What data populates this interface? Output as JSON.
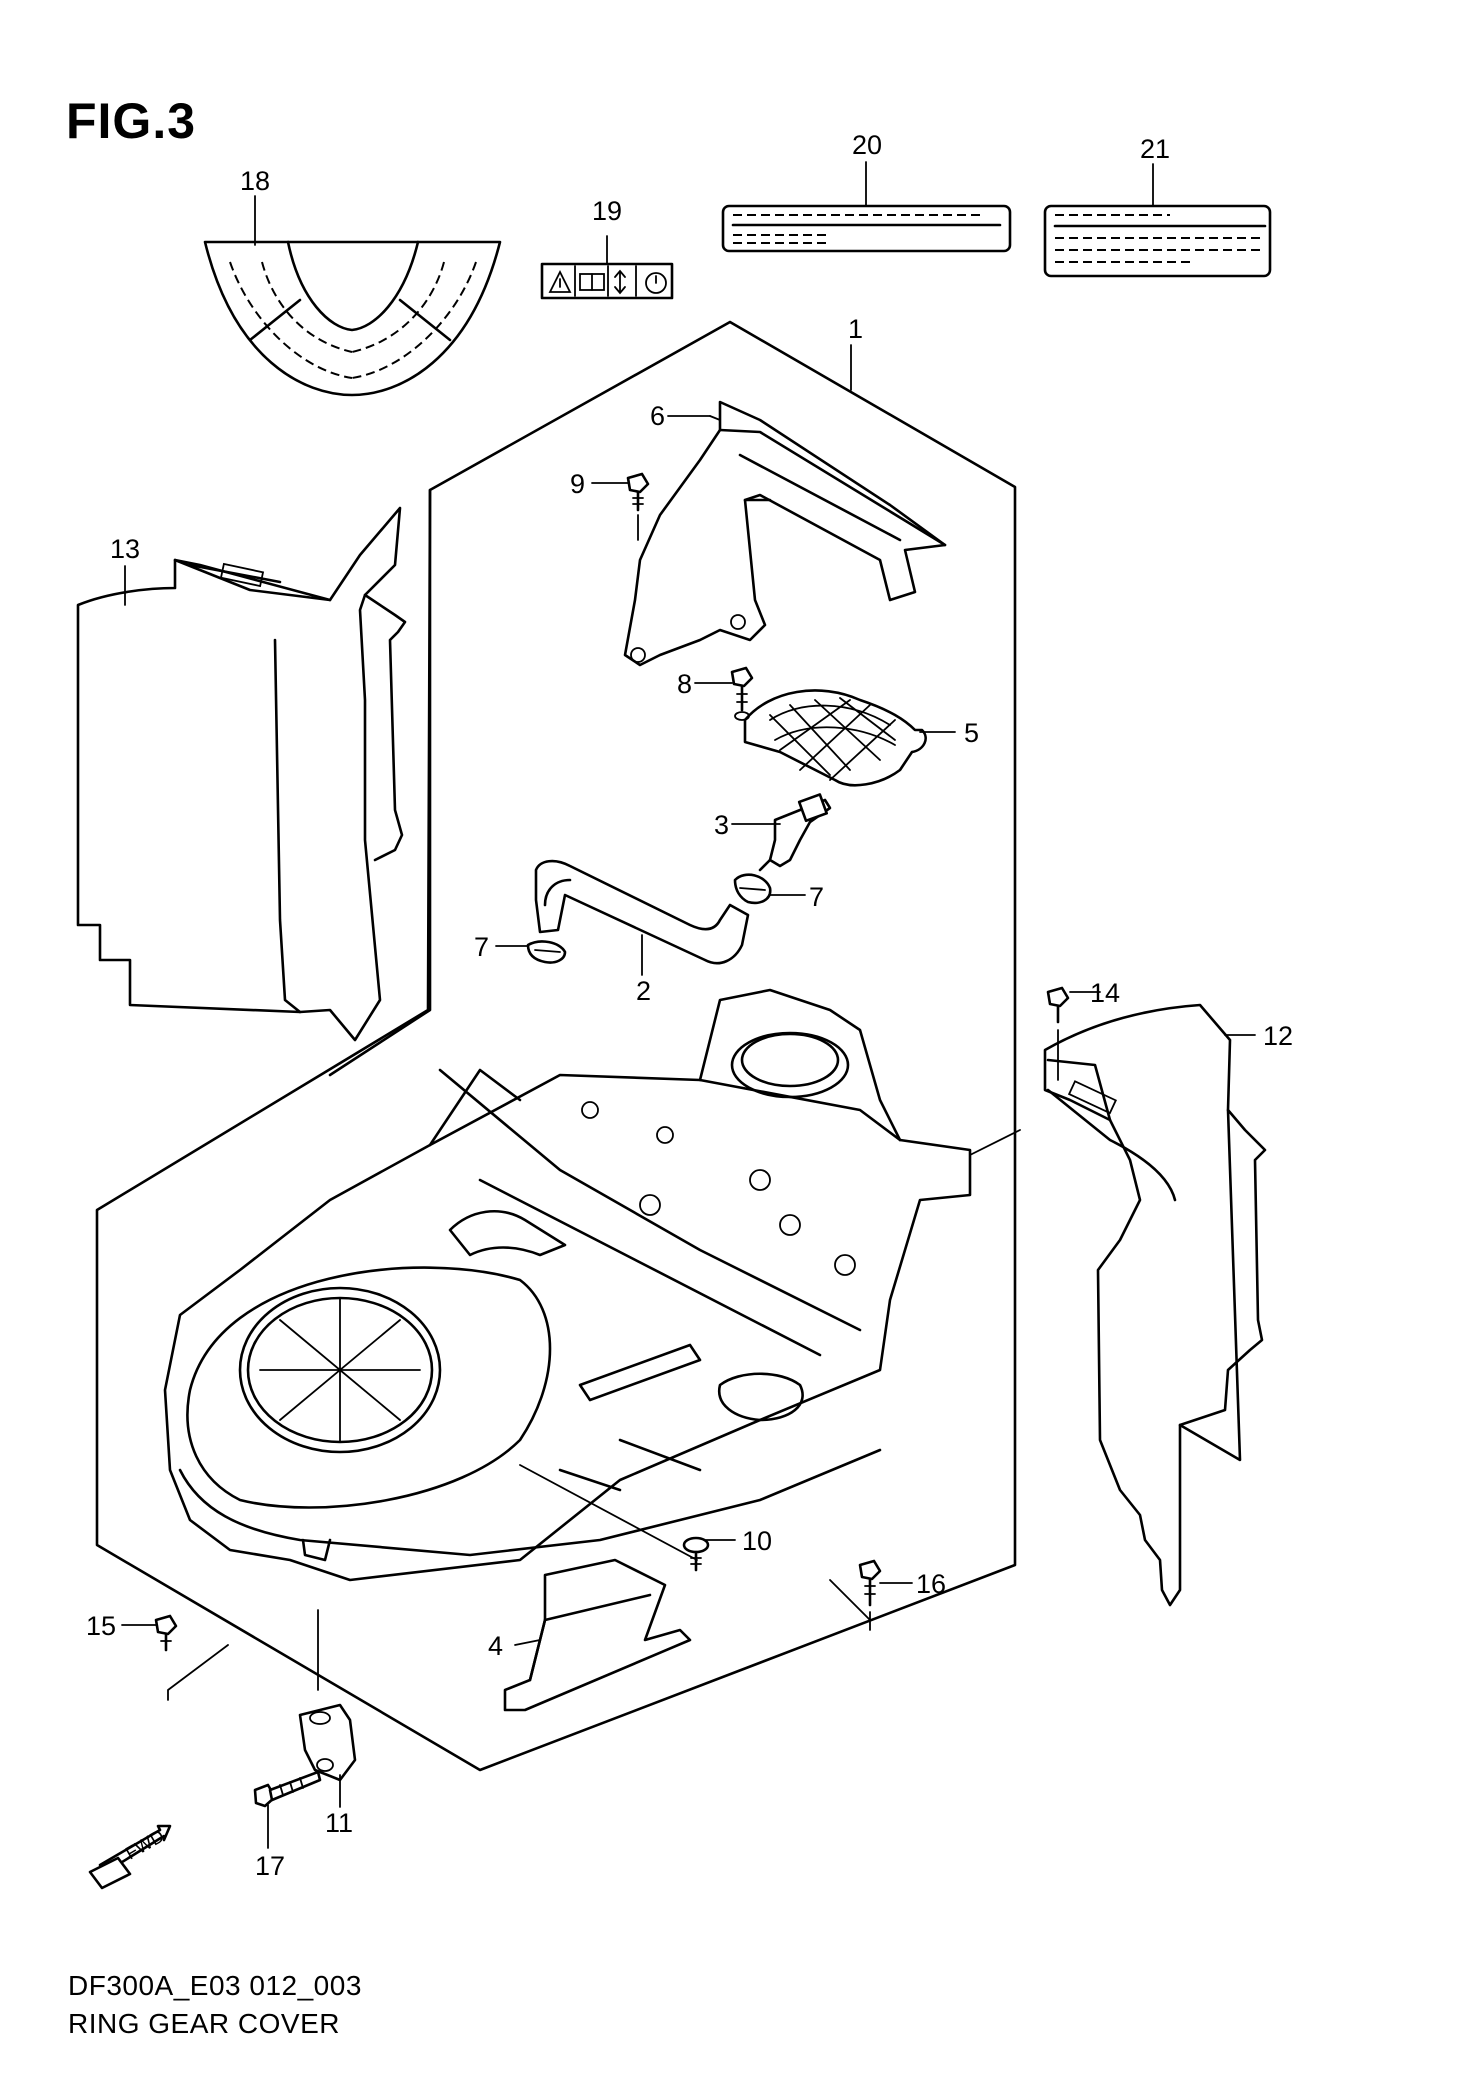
{
  "figure": {
    "title": "FIG.3"
  },
  "callouts": {
    "c1": "1",
    "c2": "2",
    "c3": "3",
    "c4": "4",
    "c5": "5",
    "c6": "6",
    "c7a": "7",
    "c7b": "7",
    "c8": "8",
    "c9": "9",
    "c10": "10",
    "c11": "11",
    "c12": "12",
    "c13": "13",
    "c14": "14",
    "c15": "15",
    "c16": "16",
    "c17": "17",
    "c18": "18",
    "c19": "19",
    "c20": "20",
    "c21": "21"
  },
  "caption": {
    "model_code": "DF300A_E03 012_003",
    "section_name": "RING GEAR COVER"
  },
  "fwd_arrow": "FWD",
  "colors": {
    "ink": "#000000",
    "paper": "#ffffff"
  },
  "icons": [
    "warning-icon",
    "manual-book-icon",
    "up-down-arrow-icon",
    "timer-icon",
    "fwd-arrow-icon"
  ]
}
